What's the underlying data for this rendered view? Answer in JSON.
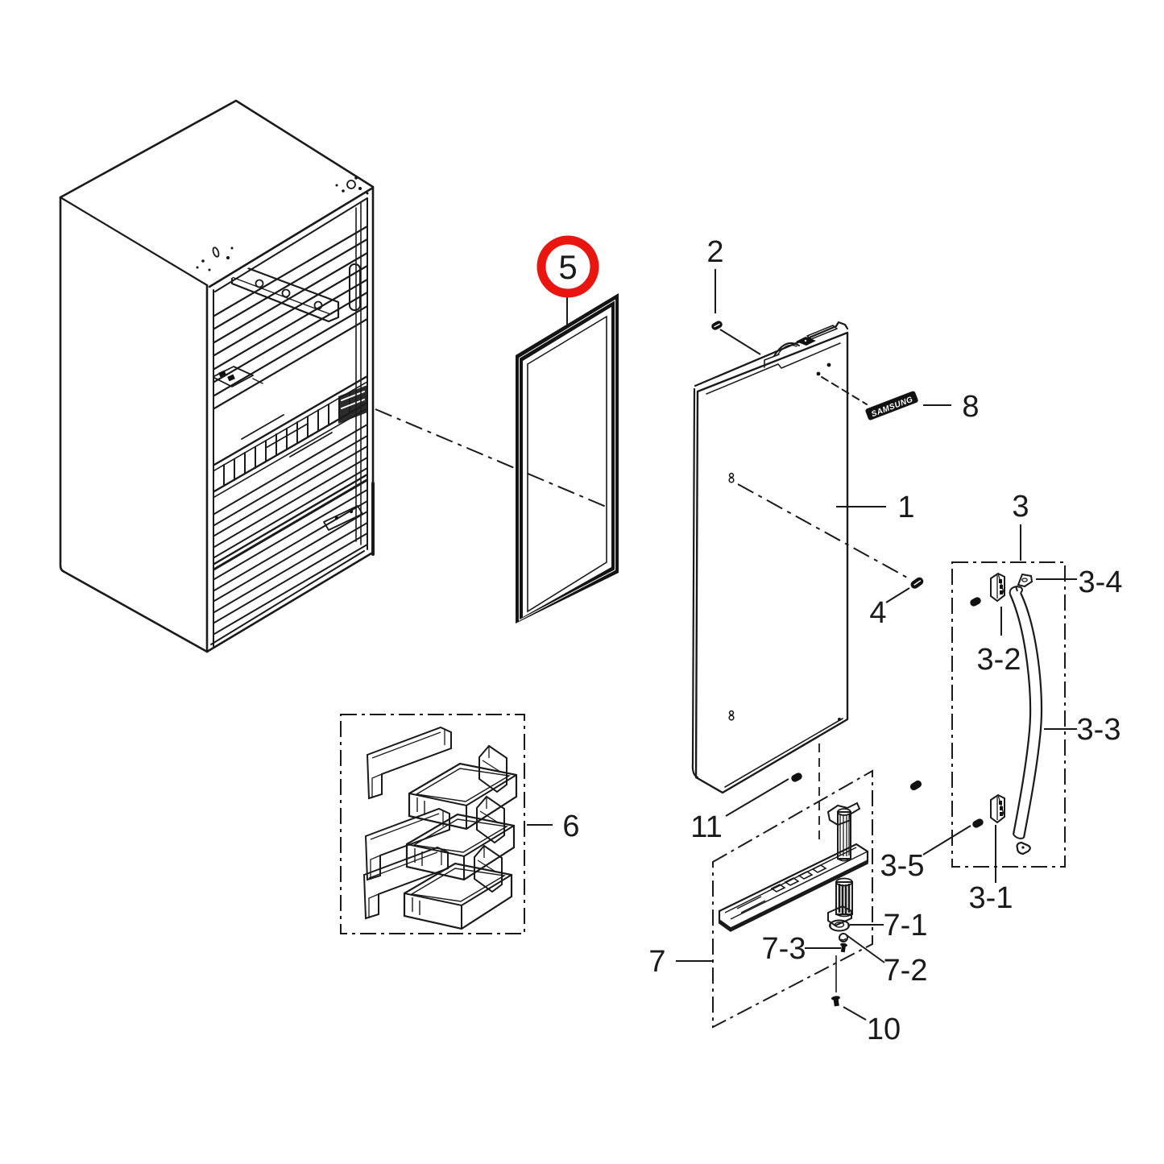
{
  "diagram": {
    "type": "exploded-parts-diagram",
    "subject": "refrigerator-door-parts",
    "background_color": "#ffffff",
    "line_color": "#1a1a1a",
    "highlight_color": "#e8160f",
    "highlighted_part": "5",
    "logo_text": "SAMSUNG"
  },
  "labels": {
    "p1": "1",
    "p2": "2",
    "p3": "3",
    "p3_1": "3-1",
    "p3_2": "3-2",
    "p3_3": "3-3",
    "p3_4": "3-4",
    "p3_5": "3-5",
    "p4": "4",
    "p5": "5",
    "p6": "6",
    "p7": "7",
    "p7_1": "7-1",
    "p7_2": "7-2",
    "p7_3": "7-3",
    "p8": "8",
    "p10": "10",
    "p11": "11"
  }
}
